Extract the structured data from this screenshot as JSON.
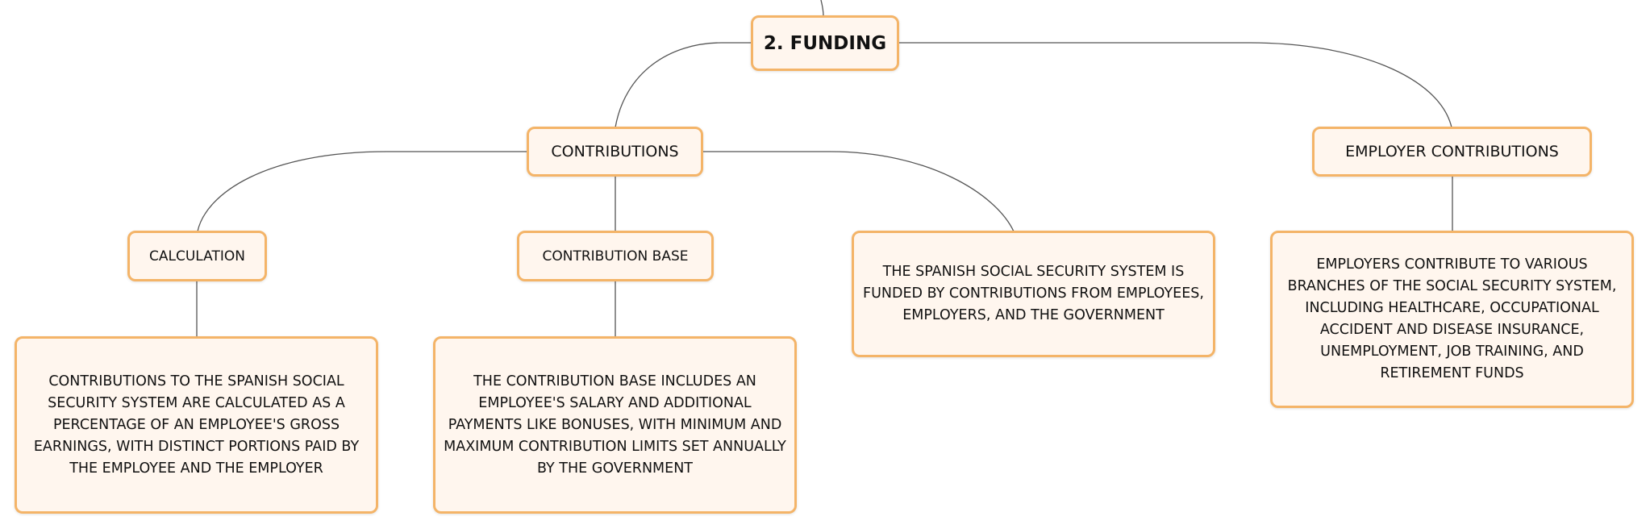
{
  "root": {
    "label": "2. FUNDING"
  },
  "contributions": {
    "label": "CONTRIBUTIONS",
    "calculation": {
      "label": "CALCULATION",
      "description": "CONTRIBUTIONS TO THE SPANISH SOCIAL SECURITY SYSTEM ARE CALCULATED AS A PERCENTAGE OF AN EMPLOYEE'S GROSS EARNINGS, WITH DISTINCT PORTIONS PAID BY THE EMPLOYEE AND THE EMPLOYER"
    },
    "contribution_base": {
      "label": "CONTRIBUTION BASE",
      "description": "THE CONTRIBUTION BASE INCLUDES AN EMPLOYEE'S SALARY AND ADDITIONAL PAYMENTS LIKE BONUSES, WITH MINIMUM AND MAXIMUM CONTRIBUTION LIMITS SET ANNUALLY BY THE GOVERNMENT"
    },
    "funding_note": "THE SPANISH SOCIAL SECURITY SYSTEM IS FUNDED BY CONTRIBUTIONS FROM EMPLOYEES, EMPLOYERS, AND THE GOVERNMENT"
  },
  "employer_contributions": {
    "label": "EMPLOYER CONTRIBUTIONS",
    "description": "EMPLOYERS CONTRIBUTE TO VARIOUS BRANCHES OF THE SOCIAL SECURITY SYSTEM, INCLUDING HEALTHCARE, OCCUPATIONAL ACCIDENT AND DISEASE INSURANCE, UNEMPLOYMENT, JOB TRAINING, AND RETIREMENT FUNDS"
  }
}
